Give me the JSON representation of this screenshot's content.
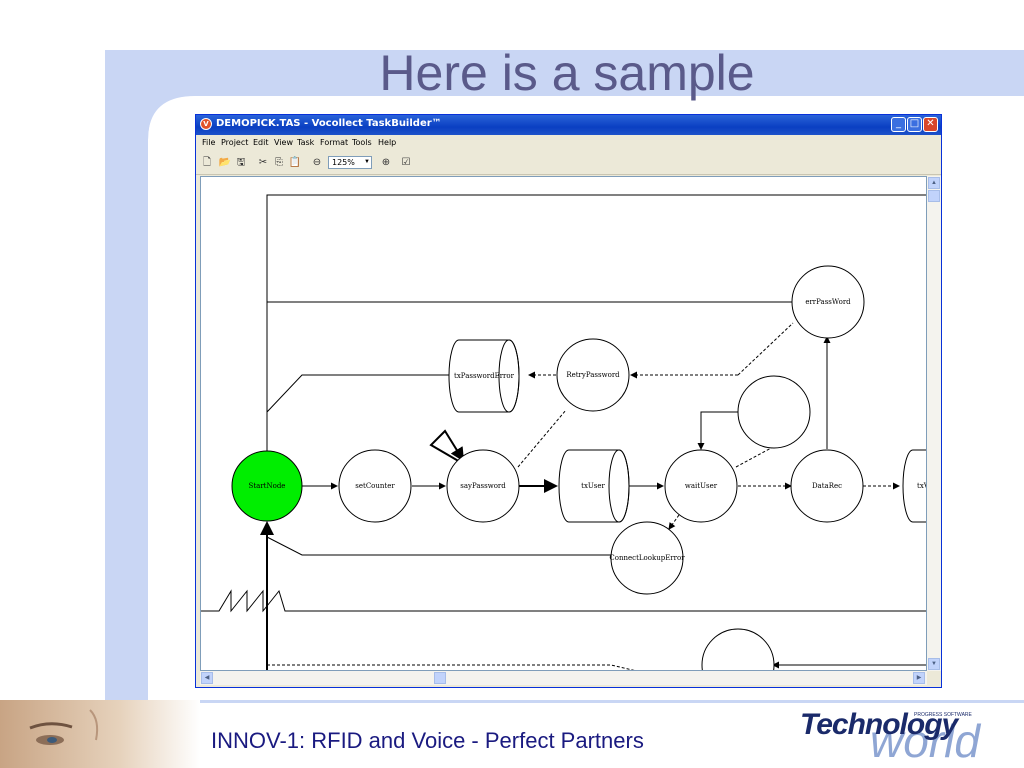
{
  "slide": {
    "title": "Here is a sample",
    "footer": "INNOV-1: RFID and Voice - Perfect Partners",
    "logo_primary": "Technology",
    "logo_secondary": "world",
    "logo_tagline": "PROGRESS SOFTWARE"
  },
  "window": {
    "title": "DEMOPICK.TAS - Vocollect TaskBuilder™",
    "controls": [
      "_",
      "□",
      "✕"
    ]
  },
  "menu": [
    "File",
    "Project",
    "Edit",
    "View",
    "Task",
    "Format",
    "Tools",
    "Help"
  ],
  "toolbar": {
    "zoom": "125%",
    "icons": [
      "new-file-icon",
      "open-folder-icon",
      "save-icon",
      "cut-icon",
      "copy-icon",
      "paste-icon",
      "zoom-out-icon",
      "zoom-in-icon",
      "check-icon"
    ]
  },
  "diagram": {
    "nodes": {
      "start": "StartNode",
      "set_counter": "setCounter",
      "say_password": "sayPassword",
      "tx_user": "txUser",
      "wait_user": "waitUser",
      "data_rec": "DataRec",
      "tx_partial": "txV",
      "err_password": "errPassWord",
      "retry_password": "RetryPassword",
      "tx_password_error": "txPasswordError",
      "connect_lookup_error": "ConnectLookupError"
    }
  },
  "colors": {
    "start_node": "#00ee00",
    "title_text": "#5a5a8a",
    "footer_text": "#1a1a80",
    "titlebar": "#0a3fc2"
  }
}
